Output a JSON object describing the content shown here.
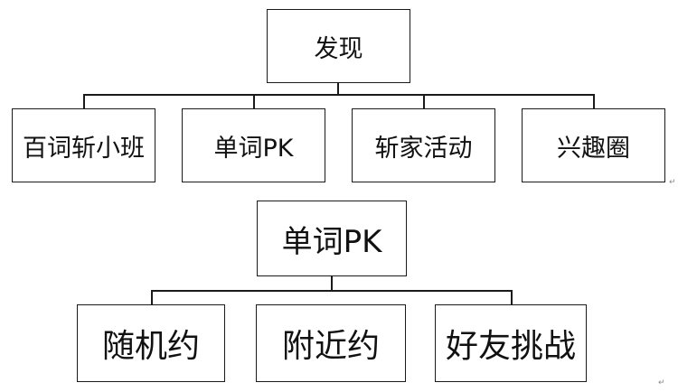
{
  "tree1": {
    "root": "发现",
    "children": [
      "百词斩小班",
      "单词PK",
      "斩家活动",
      "兴趣圈"
    ]
  },
  "tree2": {
    "root": "单词PK",
    "children": [
      "随机约",
      "附近约",
      "好友挑战"
    ]
  },
  "marks": {
    "paragraph": "↵"
  }
}
